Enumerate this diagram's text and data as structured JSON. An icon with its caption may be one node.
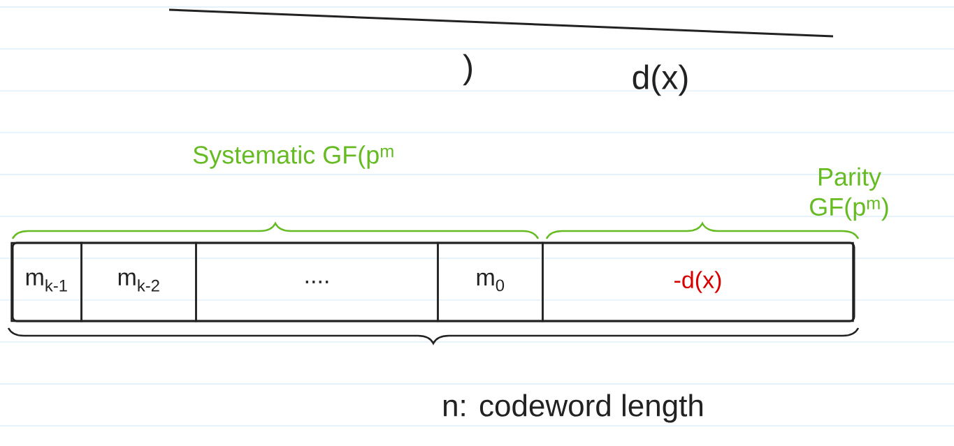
{
  "diagram": {
    "nodes": [
      {
        "text": [],
        "shape": "box"
      },
      {
        "text": [
          "m$_{k-1}$"
        ],
        "in": 0
      },
      {
        "text": [
          "m$_{k-2}$"
        ],
        "in": 0
      },
      {
        "text": [
          "...."
        ],
        "in": 0
      },
      {
        "text": [
          "m$_{0}$"
        ],
        "in": 0
      },
      {
        "text": [
          "-d(x)"
        ],
        "in": 0
      }
    ],
    "edges": [],
    "labels": [
      ")",
      "d(x)",
      "Systematic GF(p$^{m}$",
      "Parity GF(p$^{m}$)",
      "n: codeword length"
    ]
  }
}
